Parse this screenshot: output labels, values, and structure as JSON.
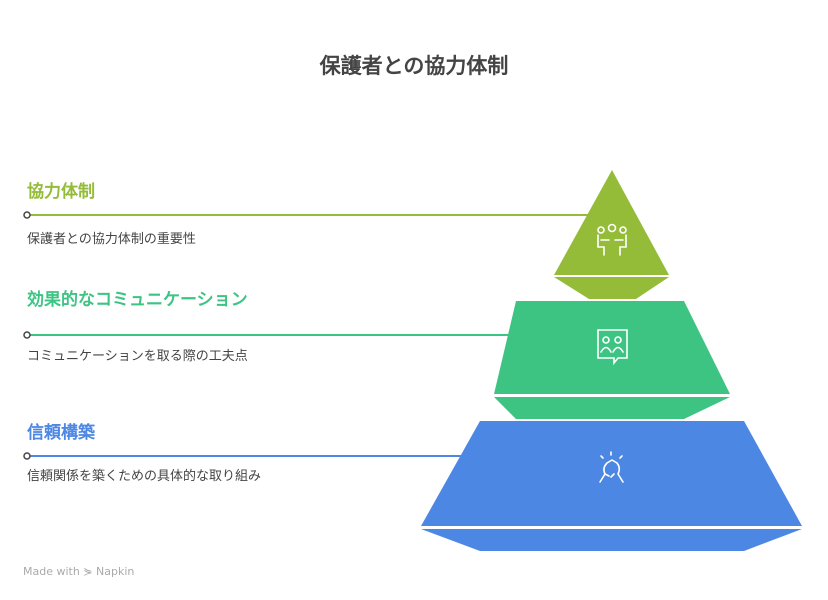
{
  "title": "保護者との協力体制",
  "levels": [
    {
      "heading": "協力体制",
      "description": "保護者との協力体制の重要性",
      "color": "#94bc38",
      "icon": "teamwork-gear-icon"
    },
    {
      "heading": "効果的なコミュニケーション",
      "description": "コミュニケーションを取る際の工夫点",
      "color": "#3dc483",
      "icon": "group-chat-icon"
    },
    {
      "heading": "信頼構築",
      "description": "信頼関係を築くための具体的な取り組み",
      "color": "#4d87e4",
      "icon": "handshake-icon"
    }
  ],
  "footer": "Made with ⋟ Napkin"
}
